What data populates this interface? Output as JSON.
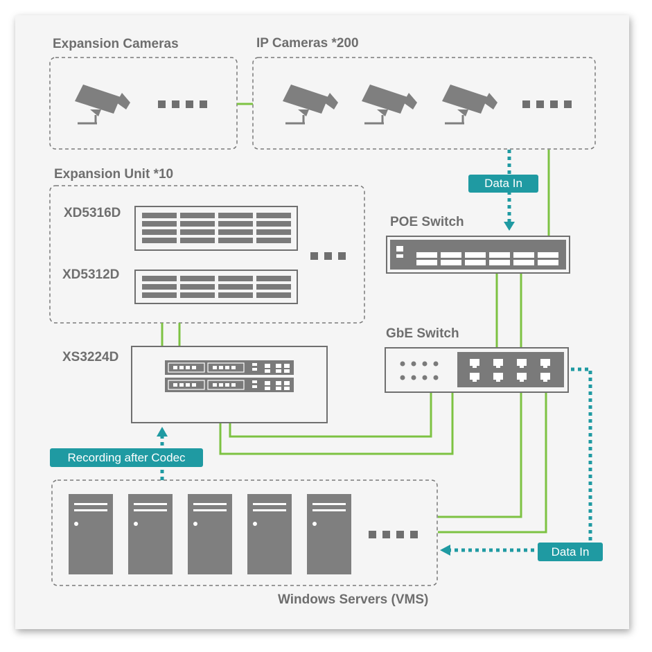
{
  "labels": {
    "expansion_cameras": "Expansion Cameras",
    "ip_cameras": "IP Cameras *200",
    "expansion_unit": "Expansion Unit *10",
    "xd5316d": "XD5316D",
    "xd5312d": "XD5312D",
    "xs3224d": "XS3224D",
    "poe_switch": "POE Switch",
    "gbe_switch": "GbE Switch",
    "windows_servers": "Windows Servers (VMS)"
  },
  "badges": {
    "data_in_top": "Data In",
    "data_in_bottom": "Data In",
    "recording": "Recording after Codec"
  },
  "icons": [
    "camera-icon",
    "rack-storage-icon",
    "network-switch-icon",
    "server-tower-icon",
    "ellipsis-icon"
  ],
  "colors": {
    "link_green": "#7dc242",
    "data_teal": "#1f9aa2",
    "device_gray": "#7a7a7a",
    "label_gray": "#6e6e6e"
  }
}
